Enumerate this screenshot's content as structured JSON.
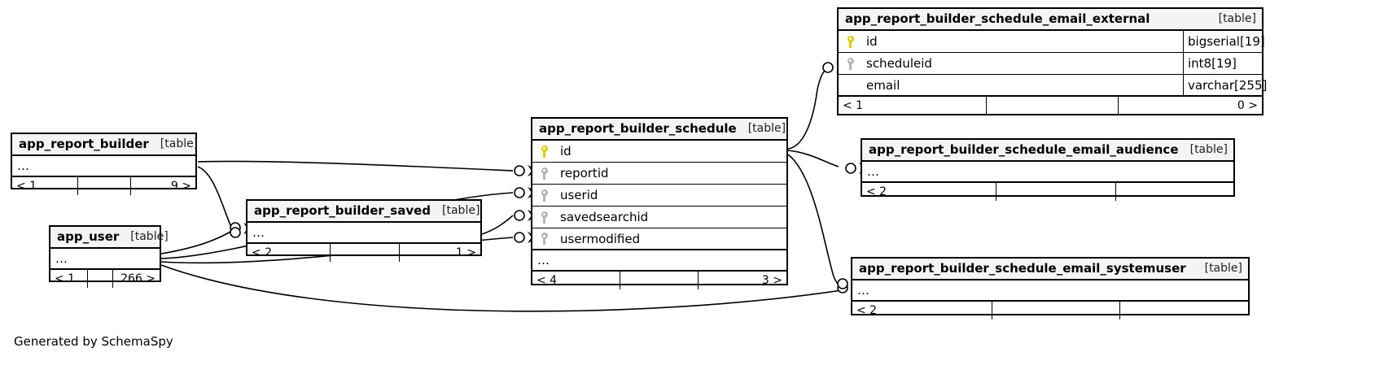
{
  "diagram": {
    "credit": "Generated by SchemaSpy",
    "table_tag": "[table]",
    "ellipsis": "…"
  },
  "tables": [
    {
      "id": "app_report_builder",
      "name": "app_report_builder",
      "tag": "[table]",
      "collapsed": true,
      "ellipsis": "…",
      "footer": {
        "left": "< 1",
        "mid": "",
        "right": "9 >"
      }
    },
    {
      "id": "app_user",
      "name": "app_user",
      "tag": "[table]",
      "collapsed": true,
      "ellipsis": "…",
      "footer": {
        "left": "< 1",
        "mid": "",
        "right": "266 >"
      }
    },
    {
      "id": "app_report_builder_saved",
      "name": "app_report_builder_saved",
      "tag": "[table]",
      "collapsed": true,
      "ellipsis": "…",
      "footer": {
        "left": "< 2",
        "mid": "",
        "right": "1 >"
      }
    },
    {
      "id": "app_report_builder_schedule",
      "name": "app_report_builder_schedule",
      "tag": "[table]",
      "collapsed": false,
      "ellipsis": "…",
      "columns": [
        {
          "name": "id",
          "key": "primary",
          "type": ""
        },
        {
          "name": "reportid",
          "key": "foreign",
          "type": ""
        },
        {
          "name": "userid",
          "key": "foreign",
          "type": ""
        },
        {
          "name": "savedsearchid",
          "key": "foreign",
          "type": ""
        },
        {
          "name": "usermodified",
          "key": "foreign",
          "type": ""
        }
      ],
      "footer": {
        "left": "< 4",
        "mid": "",
        "right": "3 >"
      }
    },
    {
      "id": "app_report_builder_schedule_email_external",
      "name": "app_report_builder_schedule_email_external",
      "tag": "[table]",
      "collapsed": false,
      "ellipsis": "",
      "columns": [
        {
          "name": "id",
          "key": "primary",
          "type": "bigserial[19]"
        },
        {
          "name": "scheduleid",
          "key": "foreign",
          "type": "int8[19]"
        },
        {
          "name": "email",
          "key": "none",
          "type": "varchar[255]"
        }
      ],
      "footer": {
        "left": "< 1",
        "mid": "",
        "right": "0 >"
      }
    },
    {
      "id": "app_report_builder_schedule_email_audience",
      "name": "app_report_builder_schedule_email_audience",
      "tag": "[table]",
      "collapsed": true,
      "ellipsis": "…",
      "footer": {
        "left": "< 2",
        "mid": "",
        "right": ""
      }
    },
    {
      "id": "app_report_builder_schedule_email_systemuser",
      "name": "app_report_builder_schedule_email_systemuser",
      "tag": "[table]",
      "collapsed": true,
      "ellipsis": "…",
      "footer": {
        "left": "< 2",
        "mid": "",
        "right": ""
      }
    }
  ],
  "relationships": [
    {
      "from": "app_report_builder",
      "to": "app_report_builder_schedule.reportid"
    },
    {
      "from": "app_user",
      "to": "app_report_builder_schedule.userid"
    },
    {
      "from": "app_report_builder_saved",
      "to": "app_report_builder_schedule.savedsearchid"
    },
    {
      "from": "app_user",
      "to": "app_report_builder_schedule.usermodified"
    },
    {
      "from": "app_user",
      "to": "app_report_builder_saved"
    },
    {
      "from": "app_report_builder_schedule",
      "to": "app_report_builder_schedule_email_external.scheduleid"
    },
    {
      "from": "app_report_builder_schedule",
      "to": "app_report_builder_schedule_email_audience"
    },
    {
      "from": "app_report_builder_schedule",
      "to": "app_report_builder_schedule_email_systemuser"
    },
    {
      "from": "app_user",
      "to": "app_report_builder_schedule_email_systemuser"
    }
  ],
  "colors": {
    "primary_key": "#d9cf00",
    "foreign_key": "#b5b5b5",
    "header_bg": "#f4f4f4",
    "border": "#000000",
    "background": "#ffffff"
  }
}
